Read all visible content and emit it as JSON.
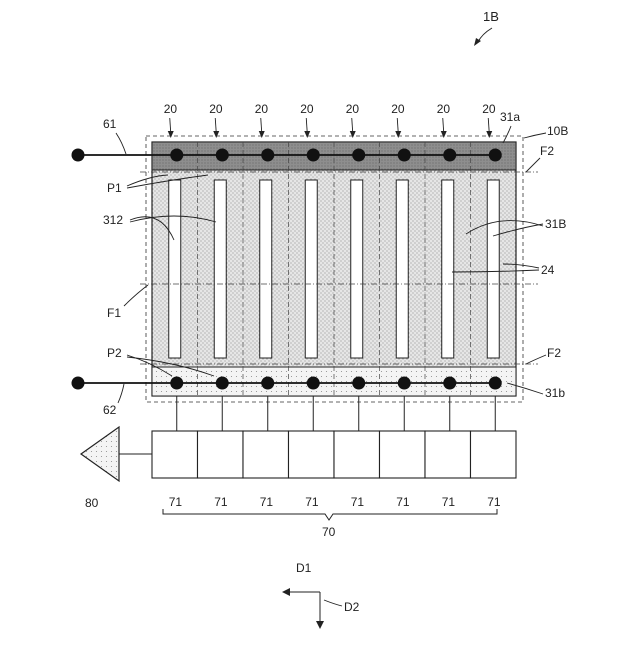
{
  "figure_label": "1B",
  "cell_label": "20",
  "labels": {
    "top_strip": "31a",
    "bottom_strip": "31b",
    "module": "10B",
    "top_boundary": "F2",
    "bottom_boundary": "F2",
    "middle_line": "F1",
    "top_wire": "61",
    "bottom_wire": "62",
    "region_top": "P1",
    "region_bottom": "P2",
    "opening": "312",
    "finger": "31B",
    "separator": "24",
    "converter": "80",
    "unit": "71",
    "unit_group": "70"
  },
  "directions": {
    "up": "D1",
    "down": "D2"
  },
  "cell_count": 8,
  "colors": {
    "line": "#222222",
    "top_strip_fill": "#8c8c8c",
    "cell_fill": "#e3e3e3",
    "bottom_strip_fill": "#f0f0f0"
  }
}
